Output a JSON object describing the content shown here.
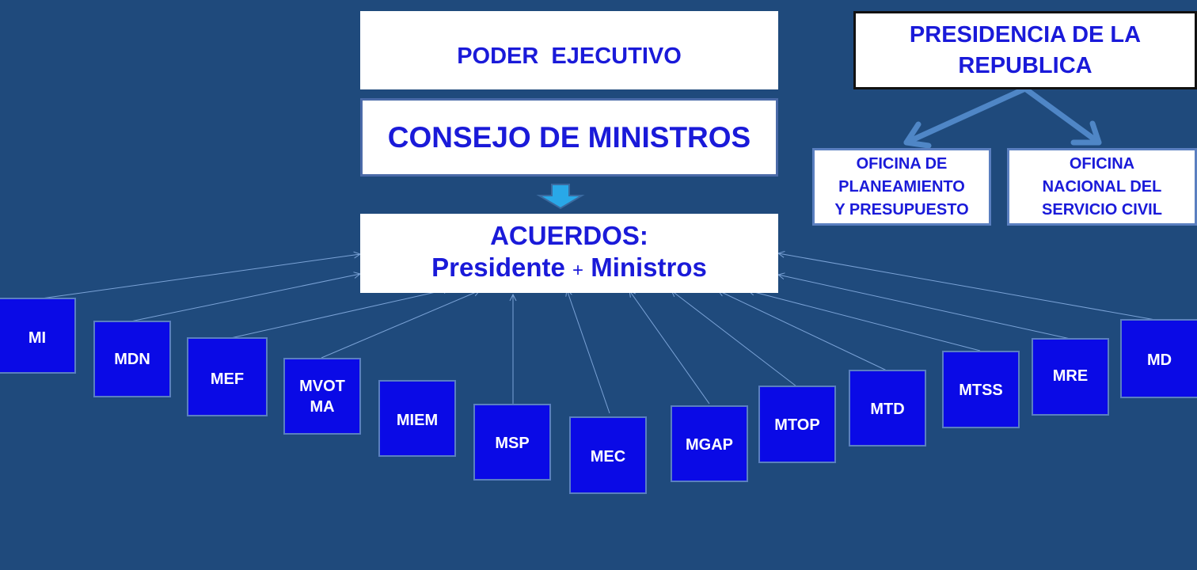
{
  "header": {
    "poder": "PODER  EJECUTIVO",
    "consejo": "CONSEJO DE MINISTROS",
    "acuerdos_line1": "ACUERDOS:",
    "acuerdos_president": "Presidente",
    "acuerdos_plus": "+",
    "acuerdos_ministers": "Ministros"
  },
  "presidencia": {
    "line1": "PRESIDENCIA DE LA",
    "line2": "REPUBLICA",
    "offices": [
      {
        "lines": [
          "OFICINA DE",
          "PLANEAMIENTO",
          "Y PRESUPUESTO"
        ]
      },
      {
        "lines": [
          "OFICINA",
          "NACIONAL DEL",
          "SERVICIO CIVIL"
        ]
      }
    ]
  },
  "ministries": [
    {
      "code": "MI"
    },
    {
      "code": "MDN"
    },
    {
      "code": "MEF"
    },
    {
      "code_line1": "MVOT",
      "code_line2": "MA"
    },
    {
      "code": "MIEM"
    },
    {
      "code": "MSP"
    },
    {
      "code": "MEC"
    },
    {
      "code": "MGAP"
    },
    {
      "code": "MTOP"
    },
    {
      "code": "MTD"
    },
    {
      "code": "MTSS"
    },
    {
      "code": "MRE"
    },
    {
      "code": "MD"
    }
  ],
  "colors": {
    "background": "#1f4a7c",
    "ministry_fill": "#0a0ae6",
    "title_text": "#1a1ad9",
    "arrow": "#4f86c6",
    "down_arrow": "#29a8e8"
  }
}
